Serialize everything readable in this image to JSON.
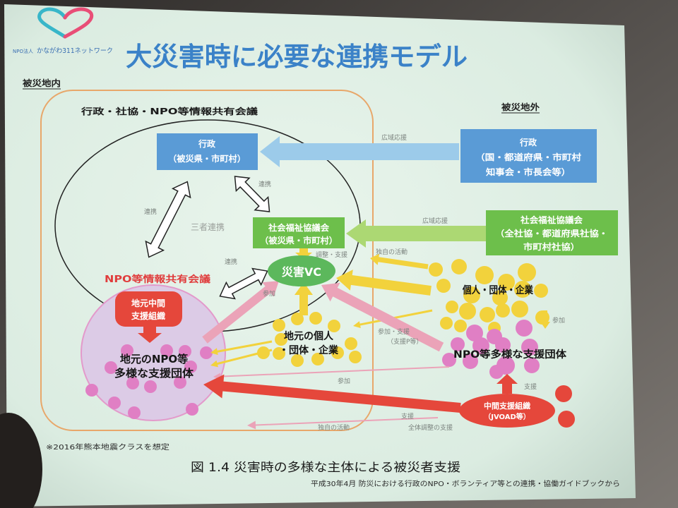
{
  "logo": {
    "prefix": "NPO法人",
    "name": "かながわ311ネットワーク"
  },
  "title": "大災害時に必要な連携モデル",
  "zones": {
    "inside": "被災地内",
    "outside": "被災地外"
  },
  "council": "行政・社協・NPO等情報共有会議",
  "three_party": "三者連携",
  "gov_local": [
    "行政",
    "（被災県・市町村）"
  ],
  "gov_outside": [
    "行政",
    "（国・都道府県・市町村",
    "知事会・市長会等）"
  ],
  "swc_local": [
    "社会福祉協議会",
    "（被災県・市町村）"
  ],
  "swc_outside": [
    "社会福祉協議会",
    "（全社協・都道府県社協・",
    "市町村社協）"
  ],
  "dvc": "災害VC",
  "npo_council": "NPO等情報共有会議",
  "local_intermediary": [
    "地元中間",
    "支援組織"
  ],
  "local_npo": [
    "地元のNPO等",
    "多様な支援団体"
  ],
  "local_people": [
    "地元の個人",
    "・団体・企業"
  ],
  "outside_people": "個人・団体・企業",
  "outside_npo": "NPO等多様な支援団体",
  "intermediary": [
    "中間支援組織",
    "（JVOAD等）"
  ],
  "labels": {
    "wide_gov": "広域応援",
    "wide_swc": "広域応援",
    "link_gov_npo": "連携",
    "link_gov_swc": "連携",
    "link_npo_vc": "連携",
    "coordination": "調整・支援",
    "own_top": "独自の活動",
    "join_local": "参加",
    "join_outside": "参加",
    "join_support": [
      "参加・支援",
      "（支援P等）"
    ],
    "join_bottom": "参加",
    "support_up": "支援",
    "support_overall": [
      "支援",
      "全体調整の支援"
    ],
    "own_bottom": "独自の活動"
  },
  "note": "※2016年熊本地震クラスを想定",
  "caption": "図 1.4 災害時の多様な主体による被災者支援",
  "source": "平成30年4月 防災における行政のNPO・ボランティア等との連携・協働ガイドブックから",
  "colors": {
    "title": "#3b82c8",
    "logo_text": "#3a6fb3",
    "logo_left": "#38b6c9",
    "logo_right": "#e94e77",
    "gov_box": "#5a9bd6",
    "gov_arrow": "#9ccbea",
    "swc_box": "#6dbf4b",
    "swc_arrow": "#acd873",
    "dvc": "#5cb85c",
    "inside_border": "#e8a76a",
    "npo_area": "#dccbe6",
    "npo_area_border": "#e39acb",
    "npo_dot": "#e07fc4",
    "individual_dot": "#f2d23c",
    "support_arrow": "#eba3b8",
    "intermediary_red": "#e5473b",
    "council_red": "#e03c3c"
  }
}
